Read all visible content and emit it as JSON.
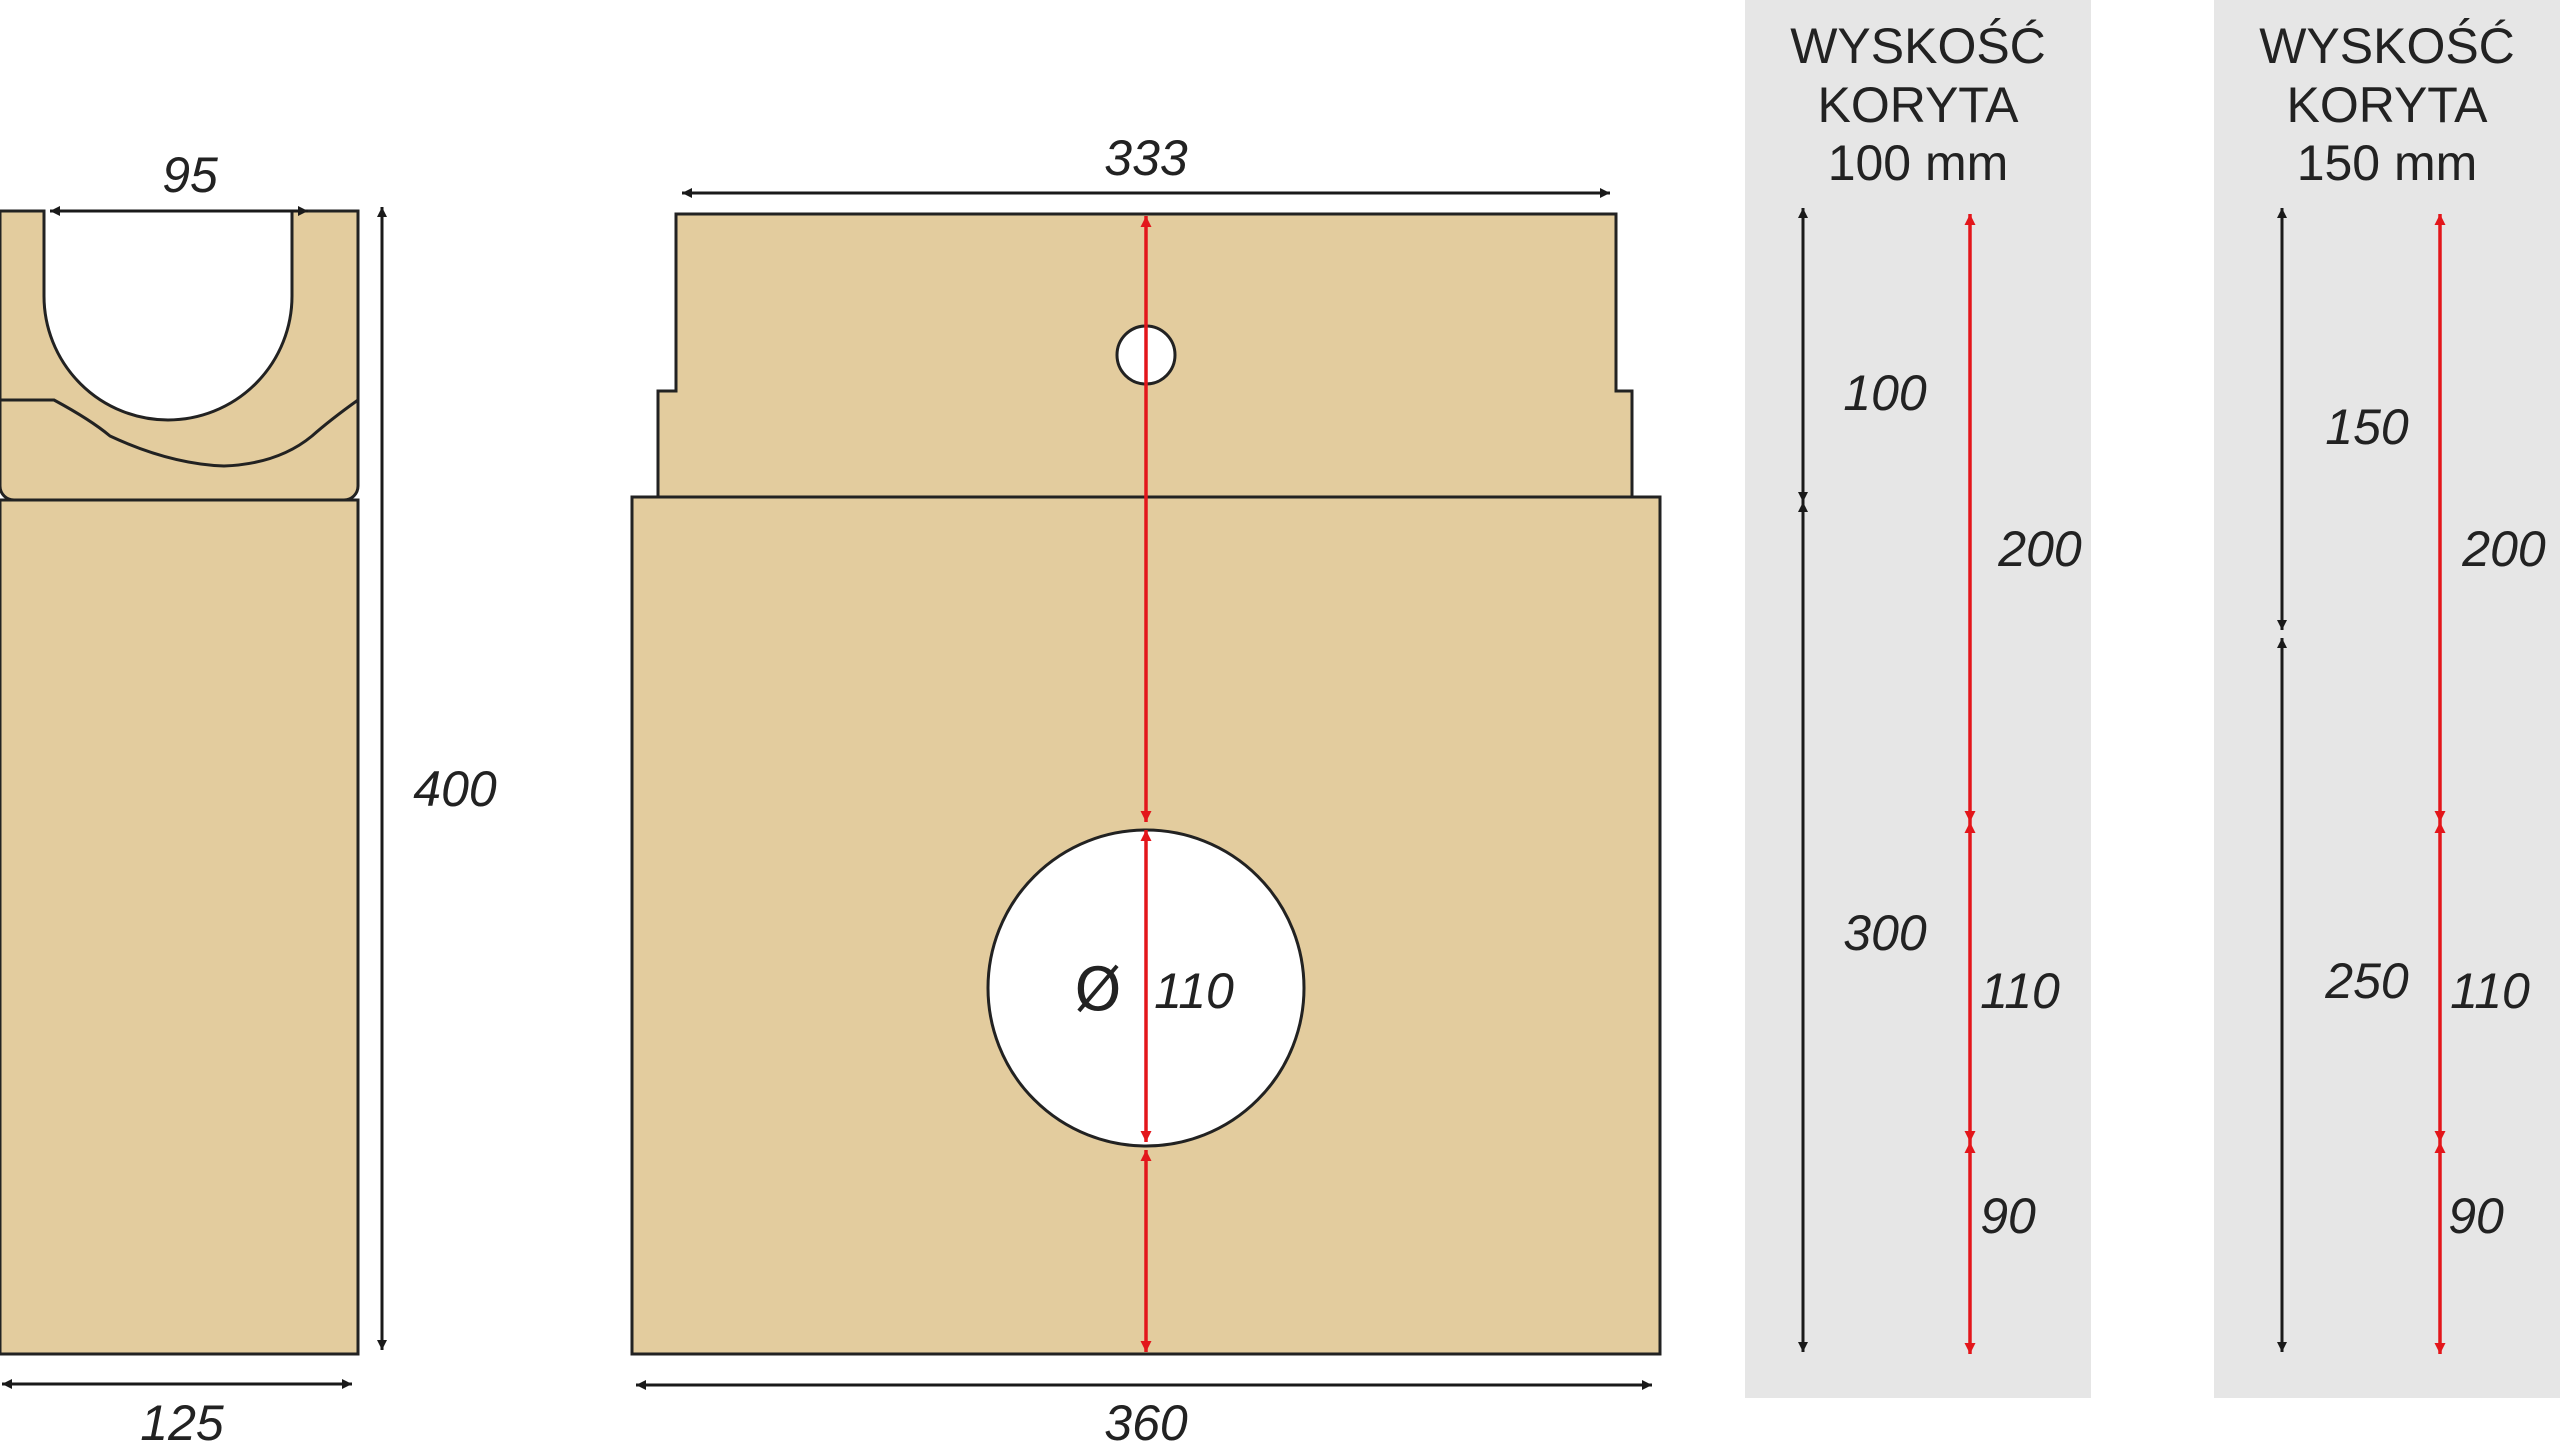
{
  "colors": {
    "concrete": "#e3cc9e",
    "outline": "#222222",
    "panel": "#e6e6e6",
    "red_arrow": "#e3161b",
    "black_arrow": "#1a1a1a"
  },
  "side_view": {
    "channel_width": "95",
    "height": "400",
    "base_width": "125"
  },
  "front_view": {
    "top_width": "333",
    "bottom_width": "360",
    "pipe_symbol": "Ø",
    "pipe_diameter": "110"
  },
  "panels": [
    {
      "title_line1": "WYSKOŚĆ",
      "title_line2": "KORYTA",
      "title_line3": "100 mm",
      "black_top": "100",
      "black_bottom": "300",
      "red_top": "200",
      "red_middle": "110",
      "red_bottom": "90"
    },
    {
      "title_line1": "WYSKOŚĆ",
      "title_line2": "KORYTA",
      "title_line3": "150 mm",
      "black_top": "150",
      "black_bottom": "250",
      "red_top": "200",
      "red_middle": "110",
      "red_bottom": "90"
    }
  ]
}
